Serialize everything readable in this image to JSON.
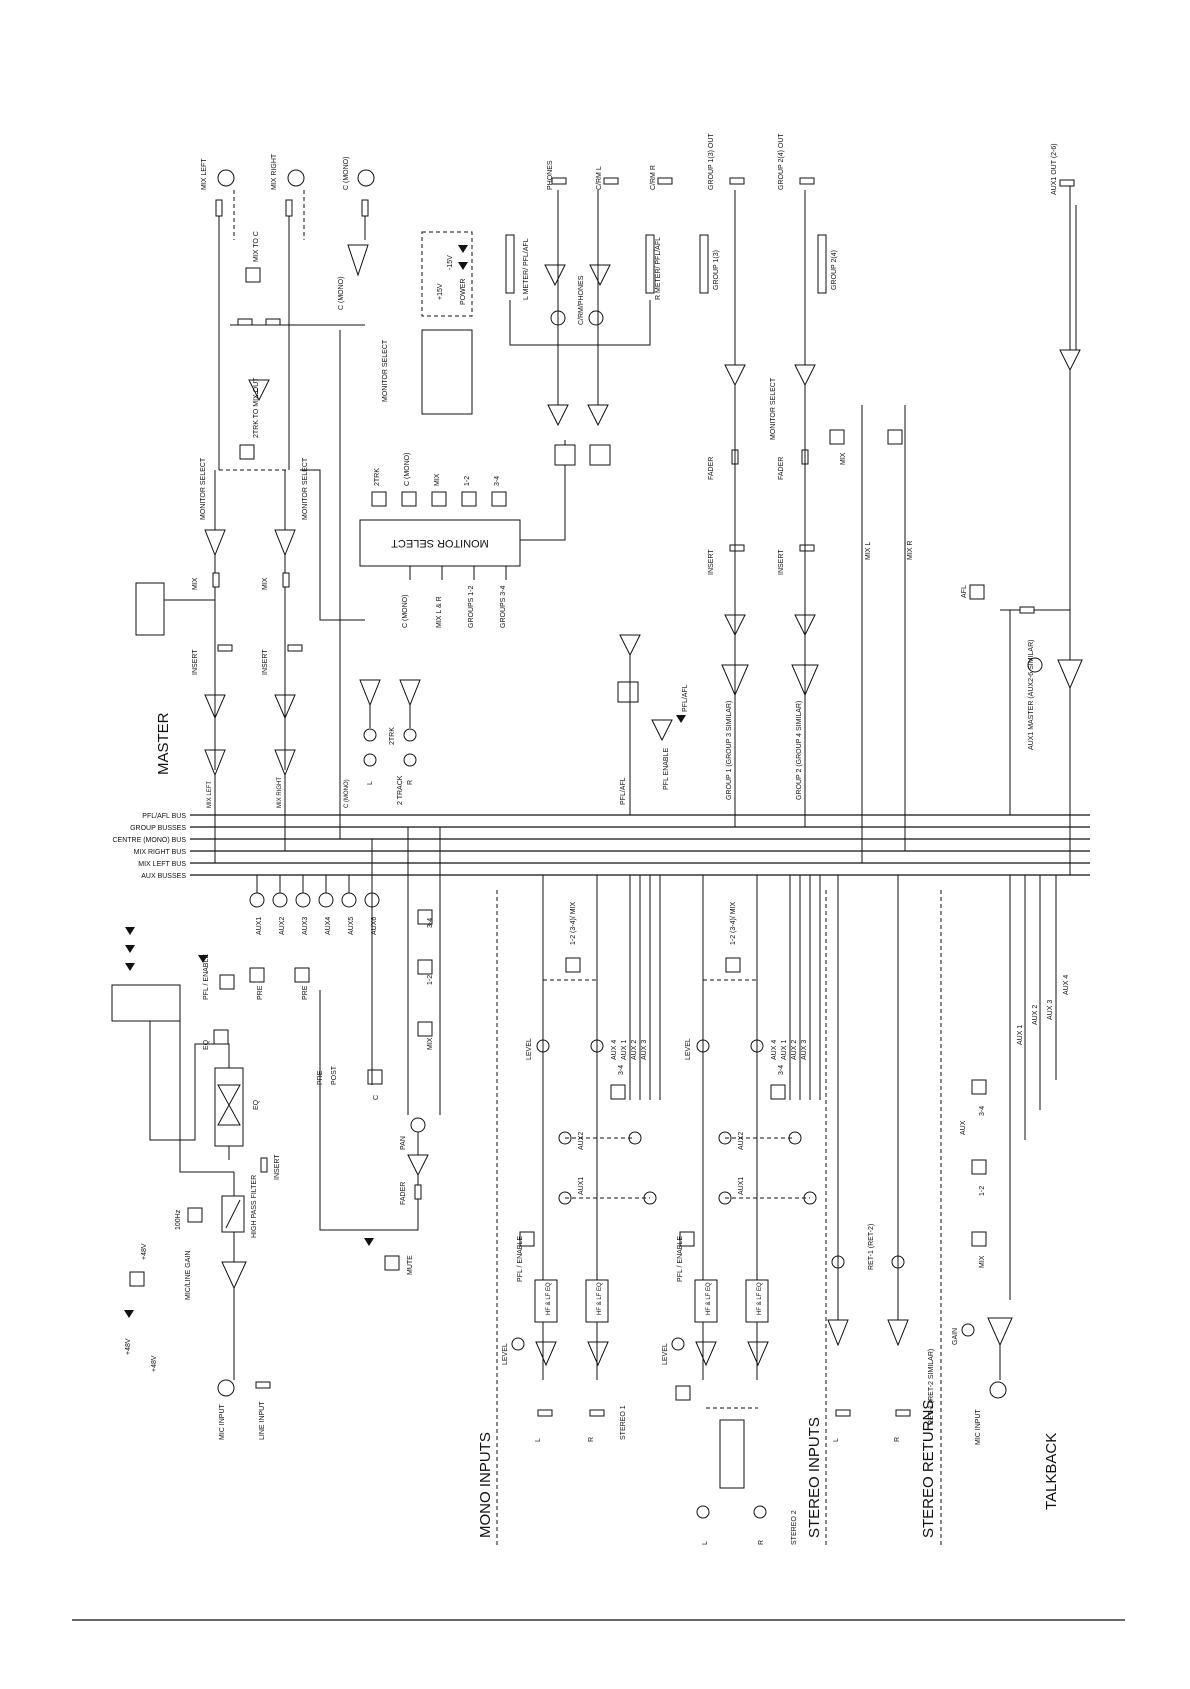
{
  "buses": [
    "PFL/AFL BUS",
    "GROUP BUSSES",
    "CENTRE (MONO) BUS",
    "MIX RIGHT BUS",
    "MIX LEFT BUS",
    "AUX BUSSES"
  ],
  "sections": {
    "master": "MASTER",
    "mono_inputs": "MONO INPUTS",
    "stereo_inputs": "STEREO INPUTS",
    "stereo_returns": "STEREO RETURNS",
    "talkback": "TALKBACK"
  },
  "master": {
    "outputs": [
      "MIX LEFT",
      "MIX RIGHT",
      "C (MONO)"
    ],
    "labels": {
      "mix_to_c": "MIX TO C",
      "c_mono": "C (MONO)",
      "monitor_select_out": "MONITOR SELECT",
      "monitor_select_left": "MONITOR SELECT",
      "monitor_select_right": "MONITOR SELECT",
      "trk_to_mix": "2TRK TO MIX OUT",
      "mix_l": "MIX",
      "mix_r": "MIX",
      "insert_l": "INSERT",
      "insert_r": "INSERT",
      "mix_left_sum": "MIX LEFT",
      "mix_right_sum": "MIX RIGHT",
      "c_mono_sum": "C (MONO)",
      "two_track": "2 TRACK",
      "two_trk": "2TRK",
      "l": "L",
      "r": "R"
    },
    "power": {
      "plus15": "+15V",
      "minus15": "-15V",
      "power": "POWER"
    },
    "monitor_select": {
      "title": "MONITOR SELECT",
      "top_switches": [
        "2TRK",
        "C (MONO)",
        "MIX",
        "1-2",
        "3-4"
      ],
      "bottom_inputs": [
        "C (MONO)",
        "MIX L & R",
        "GROUPS 1-2",
        "GROUPS 3-4"
      ]
    },
    "phones": {
      "phones": "PHONES",
      "crm_l": "C/RM L",
      "crm_r": "C/RM R",
      "l_meter": "L METER/ PFL/AFL",
      "r_meter": "R METER/ PFL/AFL",
      "crm_phones": "C/RM/PHONES"
    },
    "pfl": {
      "pfl_afl": "PFL/AFL",
      "pfl_enable": "PFL ENABLE",
      "pfl_afl_bus": "PFL/AFL"
    },
    "groups": {
      "group1_out": "GROUP 1(3) OUT",
      "group2_out": "GROUP 2(4) OUT",
      "group1_meter": "GROUP 1(3)",
      "group2_meter": "GROUP 2(4)",
      "monitor_select": "MONITOR SELECT",
      "fader": "FADER",
      "insert": "INSERT",
      "mix": "MIX",
      "mix_l": "MIX L",
      "mix_r": "MIX R",
      "group1_similar": "GROUP 1 (GROUP 3 SIMILAR)",
      "group2_similar": "GROUP 2 (GROUP 4 SIMILAR)"
    },
    "aux_out": {
      "aux1_out": "AUX1 OUT (2-6)",
      "afl": "AFL",
      "aux1_master": "AUX1 MASTER (AUX2-6 SIMILAR)"
    }
  },
  "mono_channel": {
    "aux_pots": [
      "AUX1",
      "AUX2",
      "AUX3",
      "AUX4",
      "AUX5",
      "AUX6"
    ],
    "pre": "PRE",
    "post": "POST",
    "pfl_enable": "PFL / ENABLE",
    "eq": "EQ",
    "insert": "INSERT",
    "hpf": "HIGH PASS FILTER",
    "hz100": "100Hz",
    "mic_line_gain": "MIC/LINE GAIN",
    "p48": "+48V",
    "mic_input": "MIC INPUT",
    "line_input": "LINE INPUT",
    "mute": "MUTE",
    "fader": "FADER",
    "pan": "PAN",
    "mix": "MIX",
    "route_12": "1-2",
    "route_34": "3-4",
    "c": "C"
  },
  "stereo_blocks": {
    "mono_ch": {
      "pfl_enable": "PFL / ENABLE",
      "level": "LEVEL",
      "hf_lf_eq": "HF & LF EQ",
      "aux1": "AUX1",
      "aux2": "AUX2",
      "route": "1-2 (3-4)/ MIX",
      "route_34": "3-4",
      "aux_lines": [
        "AUX 1",
        "AUX 2",
        "AUX 3",
        "AUX 4"
      ],
      "l": "L",
      "r": "R",
      "stereo1": "STEREO 1"
    },
    "stereo_ch": {
      "pfl_enable": "PFL / ENABLE",
      "level": "LEVEL",
      "hf_lf_eq": "HF & LF EQ",
      "aux1": "AUX1",
      "aux2": "AUX2",
      "route": "1-2 (3-4)/ MIX",
      "route_34": "3-4",
      "aux_lines": [
        "AUX 1",
        "AUX 2",
        "AUX 3",
        "AUX 4"
      ],
      "l": "L",
      "r": "R",
      "stereo2": "STEREO 2"
    }
  },
  "returns": {
    "ret_label": "RET-1 (RET-2)",
    "ret_similar": "RET-1 (RET-2 SIMILAR)",
    "l": "L",
    "r": "R"
  },
  "talkback": {
    "mix": "MIX",
    "aux": "AUX",
    "route_12": "1-2",
    "route_34": "3-4",
    "gain": "GAIN",
    "mic_input": "MIC INPUT",
    "aux_lines": [
      "AUX 1",
      "AUX 2",
      "AUX 3",
      "AUX 4"
    ]
  }
}
